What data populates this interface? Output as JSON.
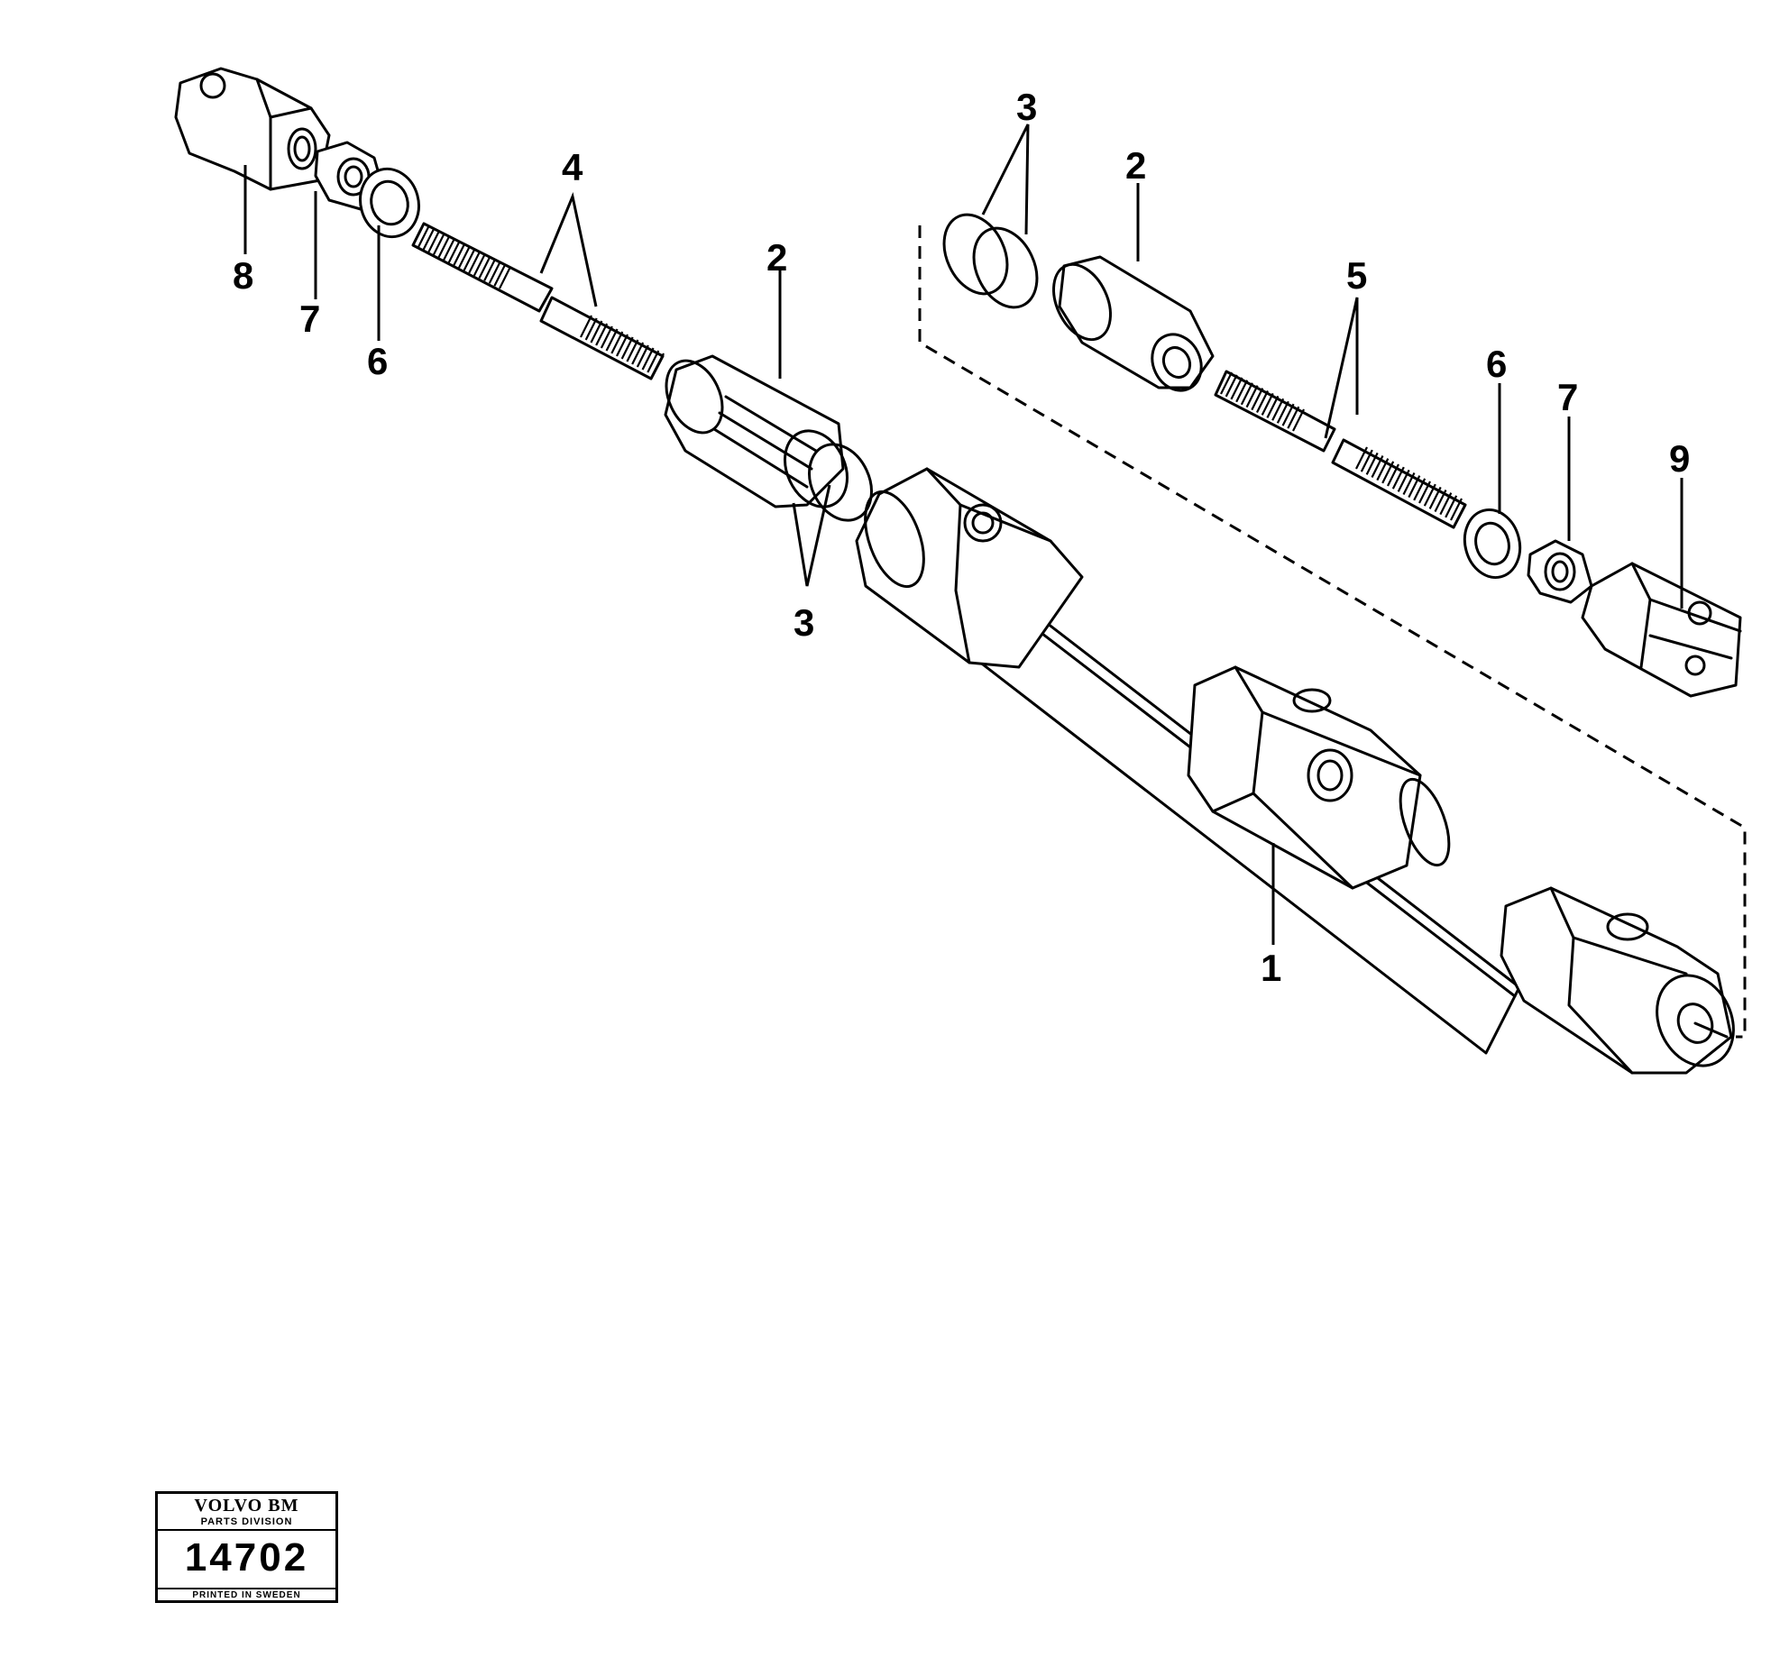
{
  "callouts": {
    "c1": "1",
    "c2_left": "2",
    "c2_right": "2",
    "c3_left": "3",
    "c3_right": "3",
    "c4": "4",
    "c5": "5",
    "c6_left": "6",
    "c6_right": "6",
    "c7_left": "7",
    "c7_right": "7",
    "c8": "8",
    "c9": "9"
  },
  "stamp": {
    "brand": "VOLVO BM",
    "division": "PARTS DIVISION",
    "number": "14702",
    "printed": "PRINTED IN SWEDEN"
  }
}
